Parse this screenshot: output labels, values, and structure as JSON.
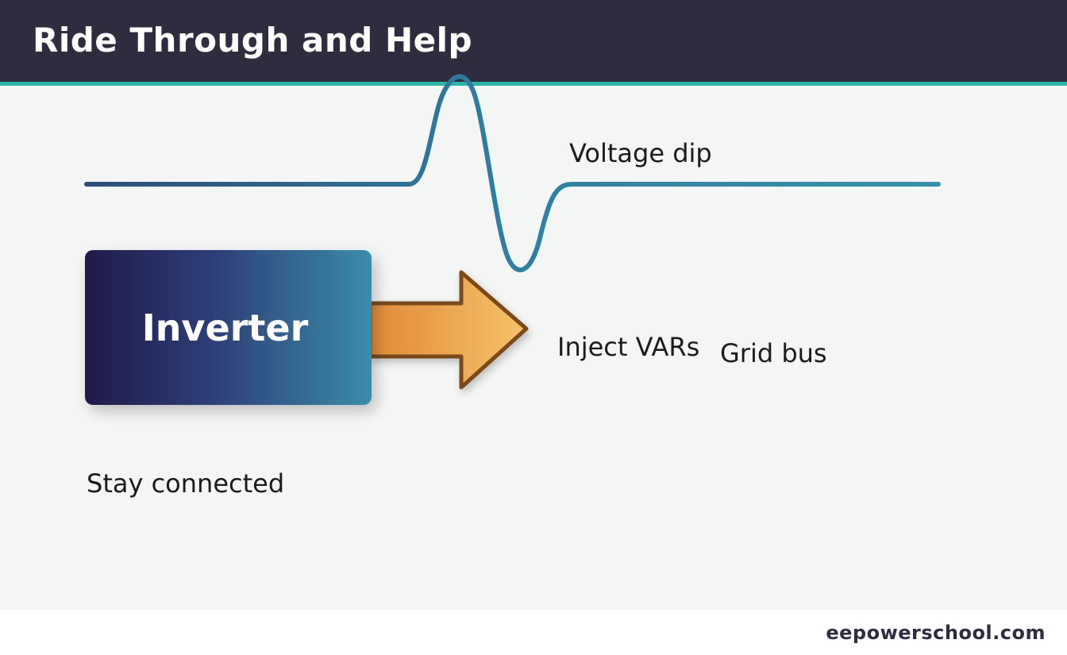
{
  "header": {
    "title": "Ride Through and Help"
  },
  "diagram": {
    "inverter_label": "Inverter",
    "voltage_label": "Voltage dip",
    "inject_label": "Inject VARs",
    "grid_label": "Grid bus",
    "stay_label": "Stay connected"
  },
  "footer": {
    "brand": "eepowerschool.com"
  },
  "colors": {
    "header_bg": "#2e2c3f",
    "accent": "#2bb3a6",
    "canvas_bg": "#f4f5f5",
    "waveform": "#2f7fa0",
    "arrow_fill": "#f0a54c",
    "arrow_stroke": "#7a4a1c",
    "bus_dark": "#24244f",
    "bus_light": "#3a8ca9"
  },
  "icons": {
    "arrow": "right-arrow-icon"
  }
}
